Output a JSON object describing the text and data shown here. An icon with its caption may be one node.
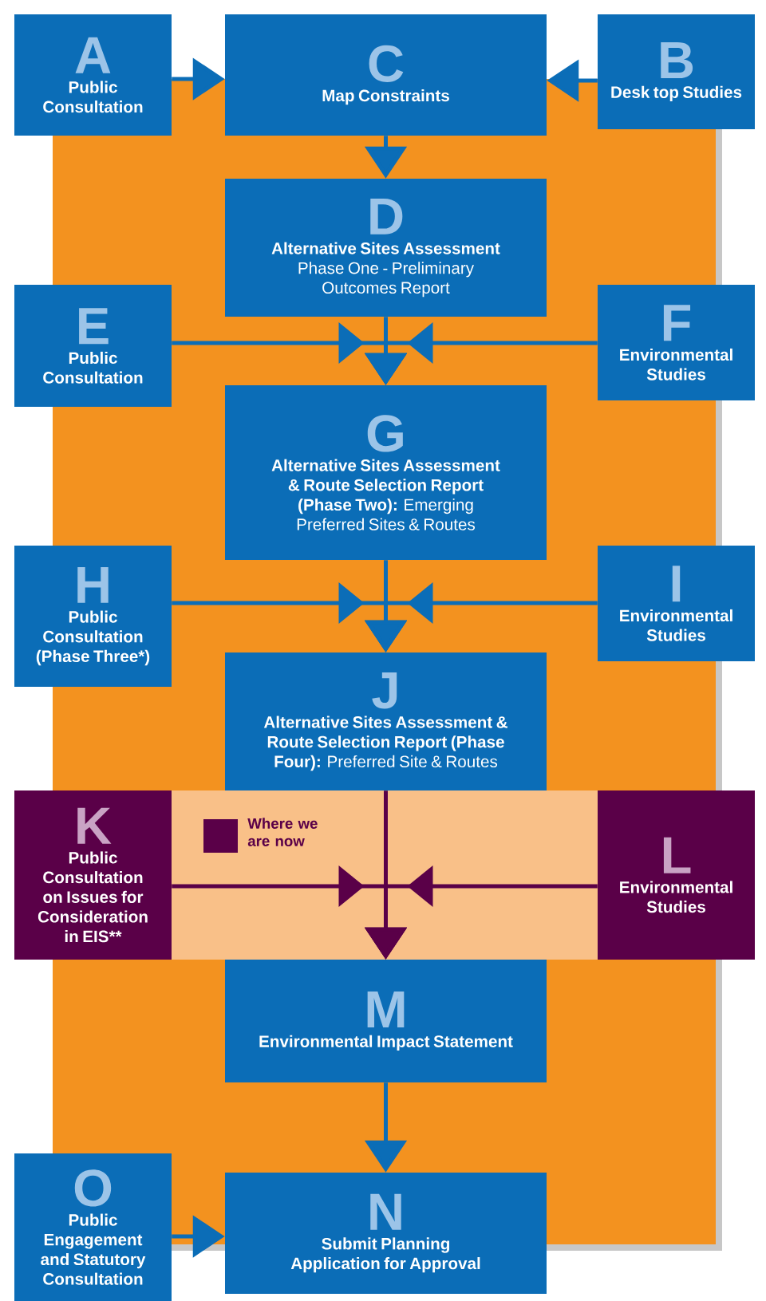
{
  "diagram": {
    "nodes": [
      {
        "text": [
          "A",
          "Public Consultation"
        ]
      },
      {
        "text": [
          "C",
          "Map Constraints"
        ]
      },
      {
        "text": [
          "B",
          "Desk top Studies"
        ]
      },
      {
        "text": [
          "D",
          "Alternative Sites Assessment",
          "Phase One - Preliminary Outcomes Report"
        ]
      },
      {
        "text": [
          "E",
          "Public Consultation"
        ]
      },
      {
        "text": [
          "F",
          "Environmental Studies"
        ]
      },
      {
        "text": [
          "G",
          "**Alternative Sites Assessment & Route Selection Report (Phase Two):** Emerging Preferred Sites & Routes"
        ]
      },
      {
        "text": [
          "H",
          "Public Consultation (Phase Three*)"
        ]
      },
      {
        "text": [
          "I",
          "Environmental Studies"
        ]
      },
      {
        "text": [
          "J",
          "**Alternative Sites Assessment & Route Selection Report (Phase Four):** Preferred Site & Routes"
        ]
      },
      {
        "text": [
          "K",
          "Public Consultation on Issues for Consideration in EIS**"
        ]
      },
      {
        "text": [
          "L",
          "Environmental Studies"
        ]
      },
      {
        "text": [
          "M",
          "Environmental Impact Statement"
        ]
      },
      {
        "text": [
          "O",
          "Public Engagement and Statutory Consultation"
        ]
      },
      {
        "text": [
          "N",
          "Submit Planning Application for Approval"
        ]
      }
    ],
    "edges": [
      {
        "from": 0,
        "to": 1,
        "arrow": "to"
      },
      {
        "from": 2,
        "to": 1,
        "arrow": "to"
      },
      {
        "from": 1,
        "to": 3,
        "arrow": "to"
      },
      {
        "from": 3,
        "to": 6,
        "arrow": "to"
      },
      {
        "from": 4,
        "to": 6,
        "arrow": "to"
      },
      {
        "from": 5,
        "to": 6,
        "arrow": "to"
      },
      {
        "from": 6,
        "to": 9,
        "arrow": "to"
      },
      {
        "from": 7,
        "to": 9,
        "arrow": "to"
      },
      {
        "from": 8,
        "to": 9,
        "arrow": "to"
      },
      {
        "from": 9,
        "to": 12,
        "arrow": "to",
        "color": "#5a0048"
      },
      {
        "from": 10,
        "to": 12,
        "arrow": "to",
        "color": "#5a0048"
      },
      {
        "from": 11,
        "to": 12,
        "arrow": "to",
        "color": "#5a0048"
      },
      {
        "from": 12,
        "to": 14,
        "arrow": "to"
      },
      {
        "from": 13,
        "to": 14,
        "arrow": "to"
      }
    ],
    "legend": [
      {
        "text": "Where we are now",
        "color": "#5a0048"
      }
    ]
  }
}
